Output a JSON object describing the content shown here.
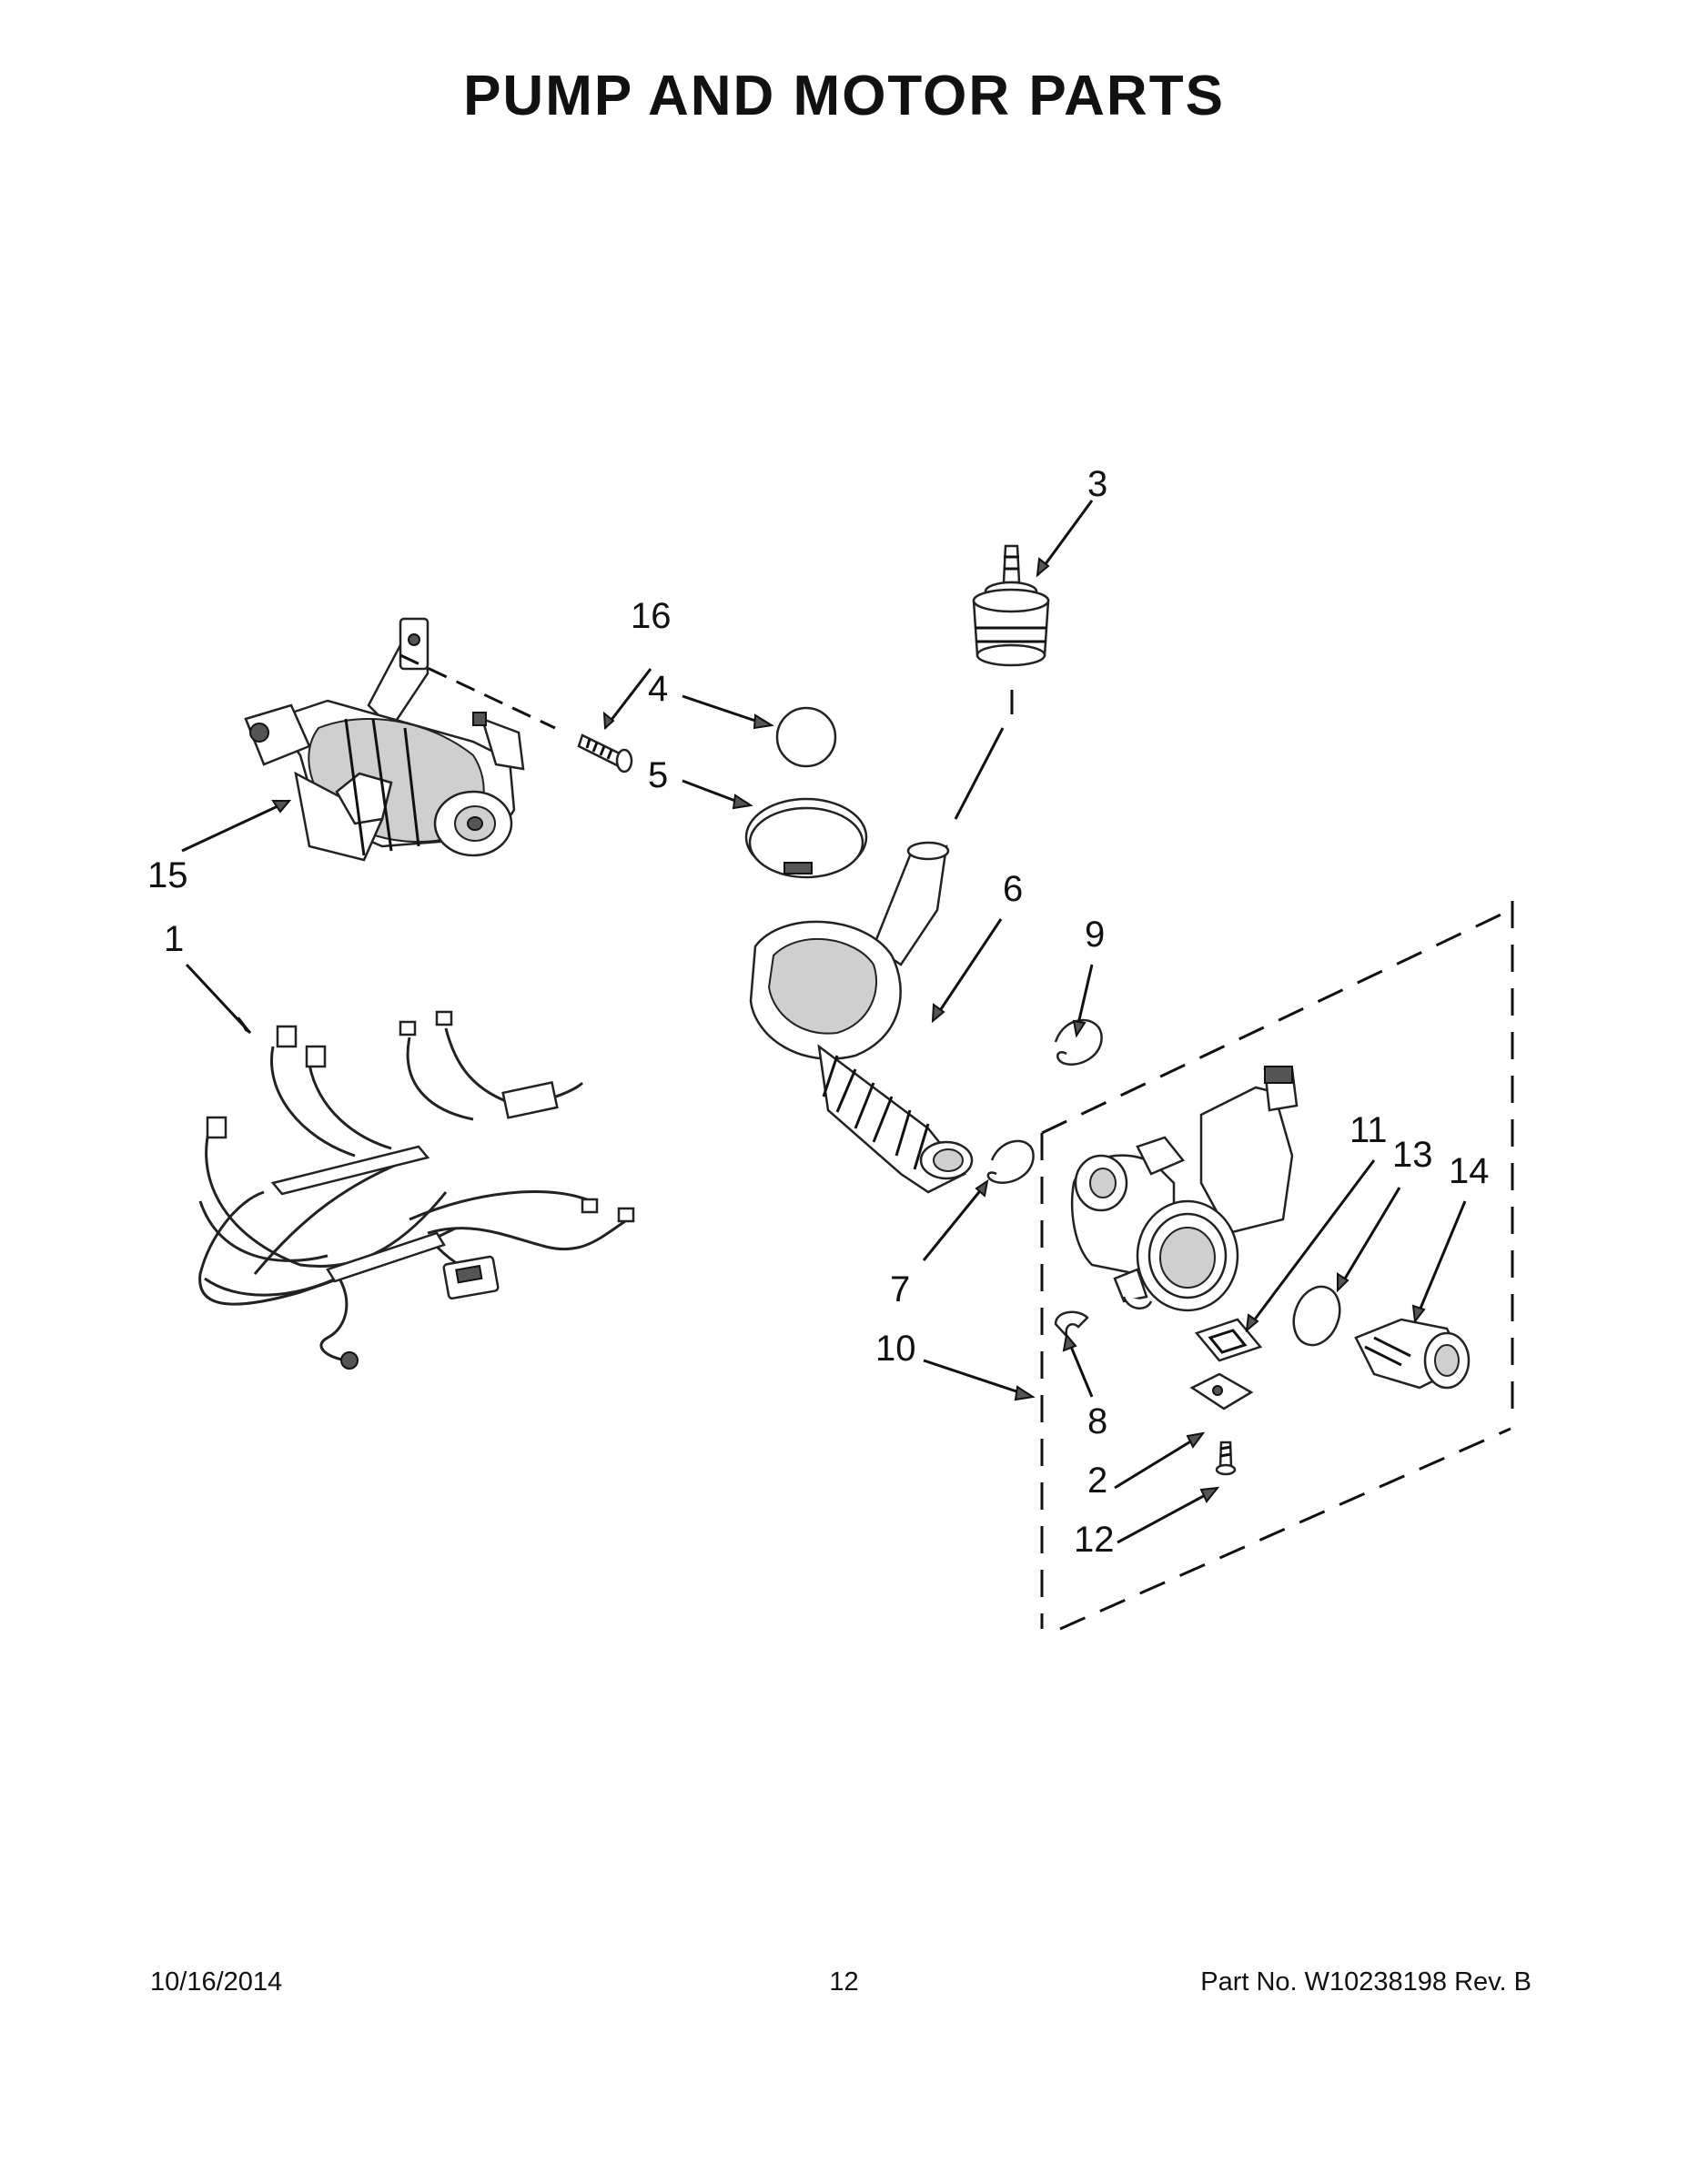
{
  "page": {
    "title": "PUMP AND MOTOR PARTS",
    "footer": {
      "date": "10/16/2014",
      "page_number": "12",
      "part_number": "Part No.  W10238198  Rev.  B"
    }
  },
  "callouts": [
    "1",
    "2",
    "3",
    "4",
    "5",
    "6",
    "7",
    "8",
    "9",
    "10",
    "11",
    "12",
    "13",
    "14",
    "15",
    "16"
  ],
  "colors": {
    "ink": "#111111",
    "background": "#ffffff",
    "part_shade": "#cfcfcf"
  }
}
